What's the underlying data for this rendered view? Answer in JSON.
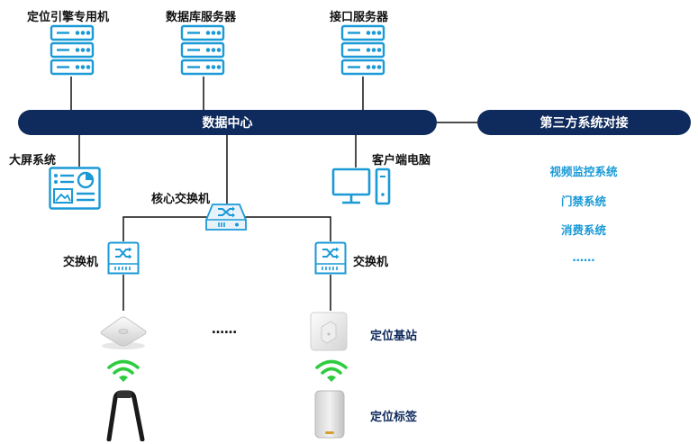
{
  "servers": {
    "positioning_engine": "定位引擎专用机",
    "database": "数据库服务器",
    "interface": "接口服务器"
  },
  "data_center": "数据中心",
  "third_party": {
    "title": "第三方系统对接",
    "items": [
      "视频监控系统",
      "门禁系统",
      "消费系统",
      "……"
    ]
  },
  "big_screen": "大屏系统",
  "client_pc": "客户端电脑",
  "core_switch": "核心交换机",
  "switch_left": "交换机",
  "switch_right": "交换机",
  "ellipsis": "……",
  "base_station": "定位基站",
  "tag": "定位标签",
  "colors": {
    "navy": "#0f2a5c",
    "icon_blue": "#1a9ad6",
    "wifi_green": "#2ecc40"
  }
}
